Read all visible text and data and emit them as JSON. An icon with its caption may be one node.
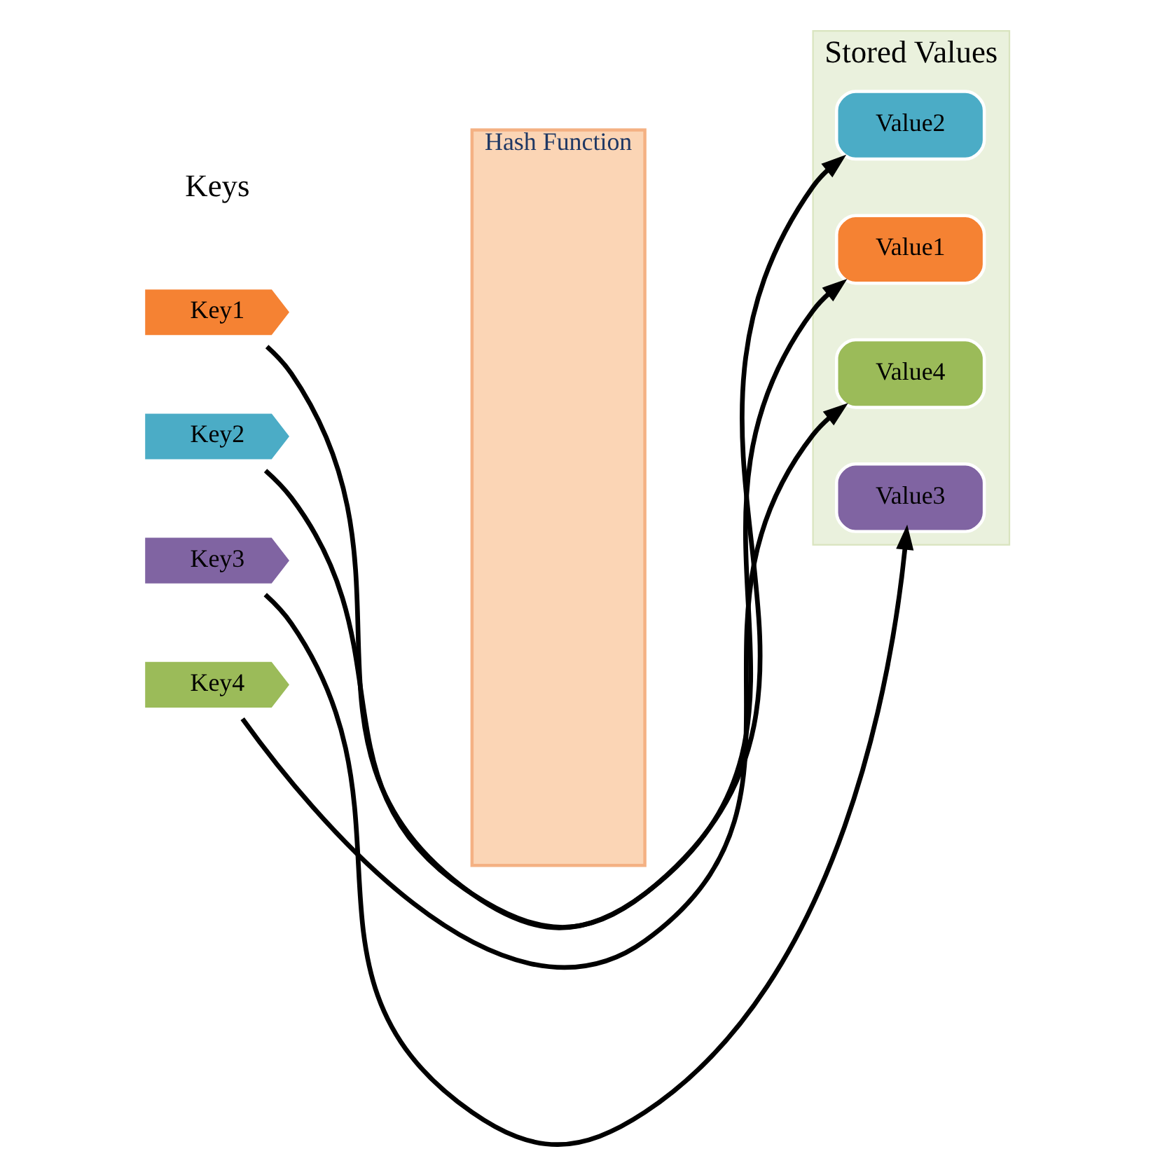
{
  "diagram": {
    "nodes": [
      {
        "text": [
          "Key1"
        ]
      },
      {
        "text": [
          "Key2"
        ]
      },
      {
        "text": [
          "Key3"
        ]
      },
      {
        "text": [
          "Key4"
        ]
      },
      {
        "text": [
          "Hash Function"
        ]
      },
      {
        "text": [
          "Stored Values"
        ]
      },
      {
        "text": [
          "Value3"
        ],
        "in": 5
      },
      {
        "text": [
          "Value4"
        ],
        "in": 5
      },
      {
        "text": [
          "Value1"
        ],
        "in": 5
      },
      {
        "text": [
          "Value2"
        ],
        "in": 5
      }
    ],
    "edges": [
      {
        "from": 0,
        "to": 8,
        "arrow": "to"
      },
      {
        "from": 1,
        "to": 9,
        "arrow": "to"
      },
      {
        "from": 2,
        "to": 6,
        "arrow": "to"
      },
      {
        "from": 3,
        "to": 7,
        "arrow": "to"
      }
    ],
    "labels": [
      "Keys"
    ]
  }
}
